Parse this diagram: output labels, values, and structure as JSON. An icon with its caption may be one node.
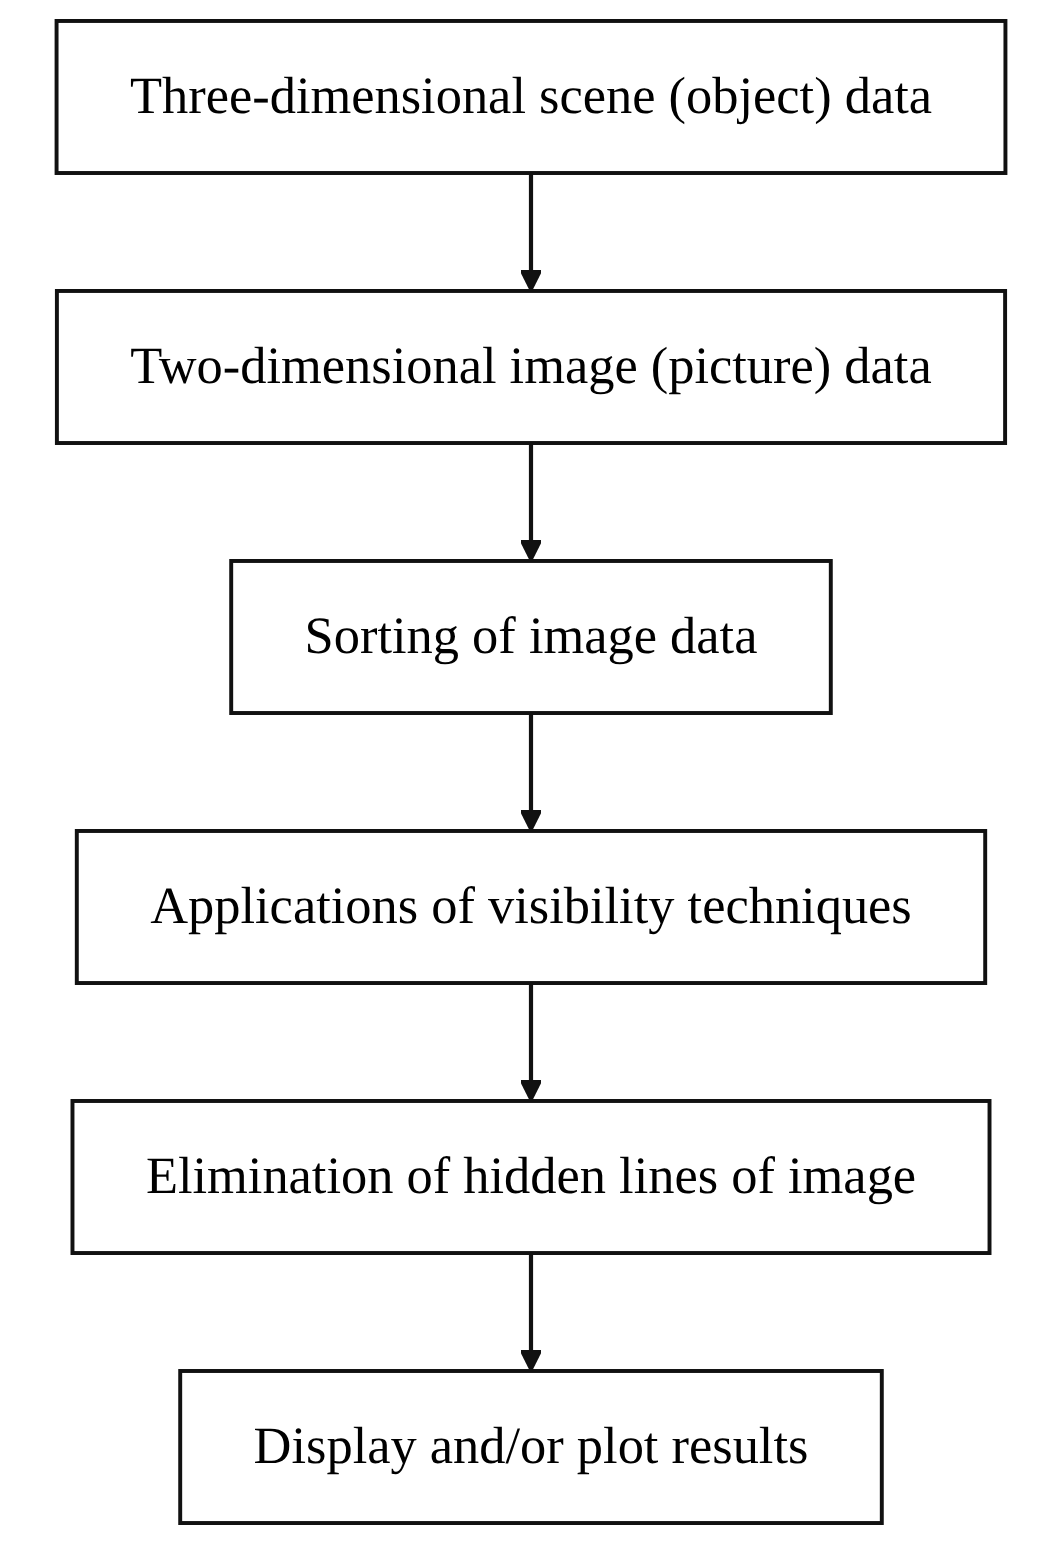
{
  "diagram": {
    "nodes": [
      {
        "text": [
          "Three-dimensional scene (object) data"
        ]
      },
      {
        "text": [
          "Two-dimensional image (picture) data"
        ]
      },
      {
        "text": [
          "Sorting of image data"
        ]
      },
      {
        "text": [
          "Applications of visibility techniques"
        ]
      },
      {
        "text": [
          "Elimination of hidden lines of image"
        ]
      },
      {
        "text": [
          "Display and/or plot results"
        ]
      }
    ],
    "edges": [
      {
        "from": 0,
        "to": 1,
        "arrow": "to"
      },
      {
        "from": 1,
        "to": 2,
        "arrow": "to"
      },
      {
        "from": 2,
        "to": 3,
        "arrow": "to"
      },
      {
        "from": 3,
        "to": 4,
        "arrow": "to"
      },
      {
        "from": 4,
        "to": 5,
        "arrow": "to"
      }
    ]
  }
}
